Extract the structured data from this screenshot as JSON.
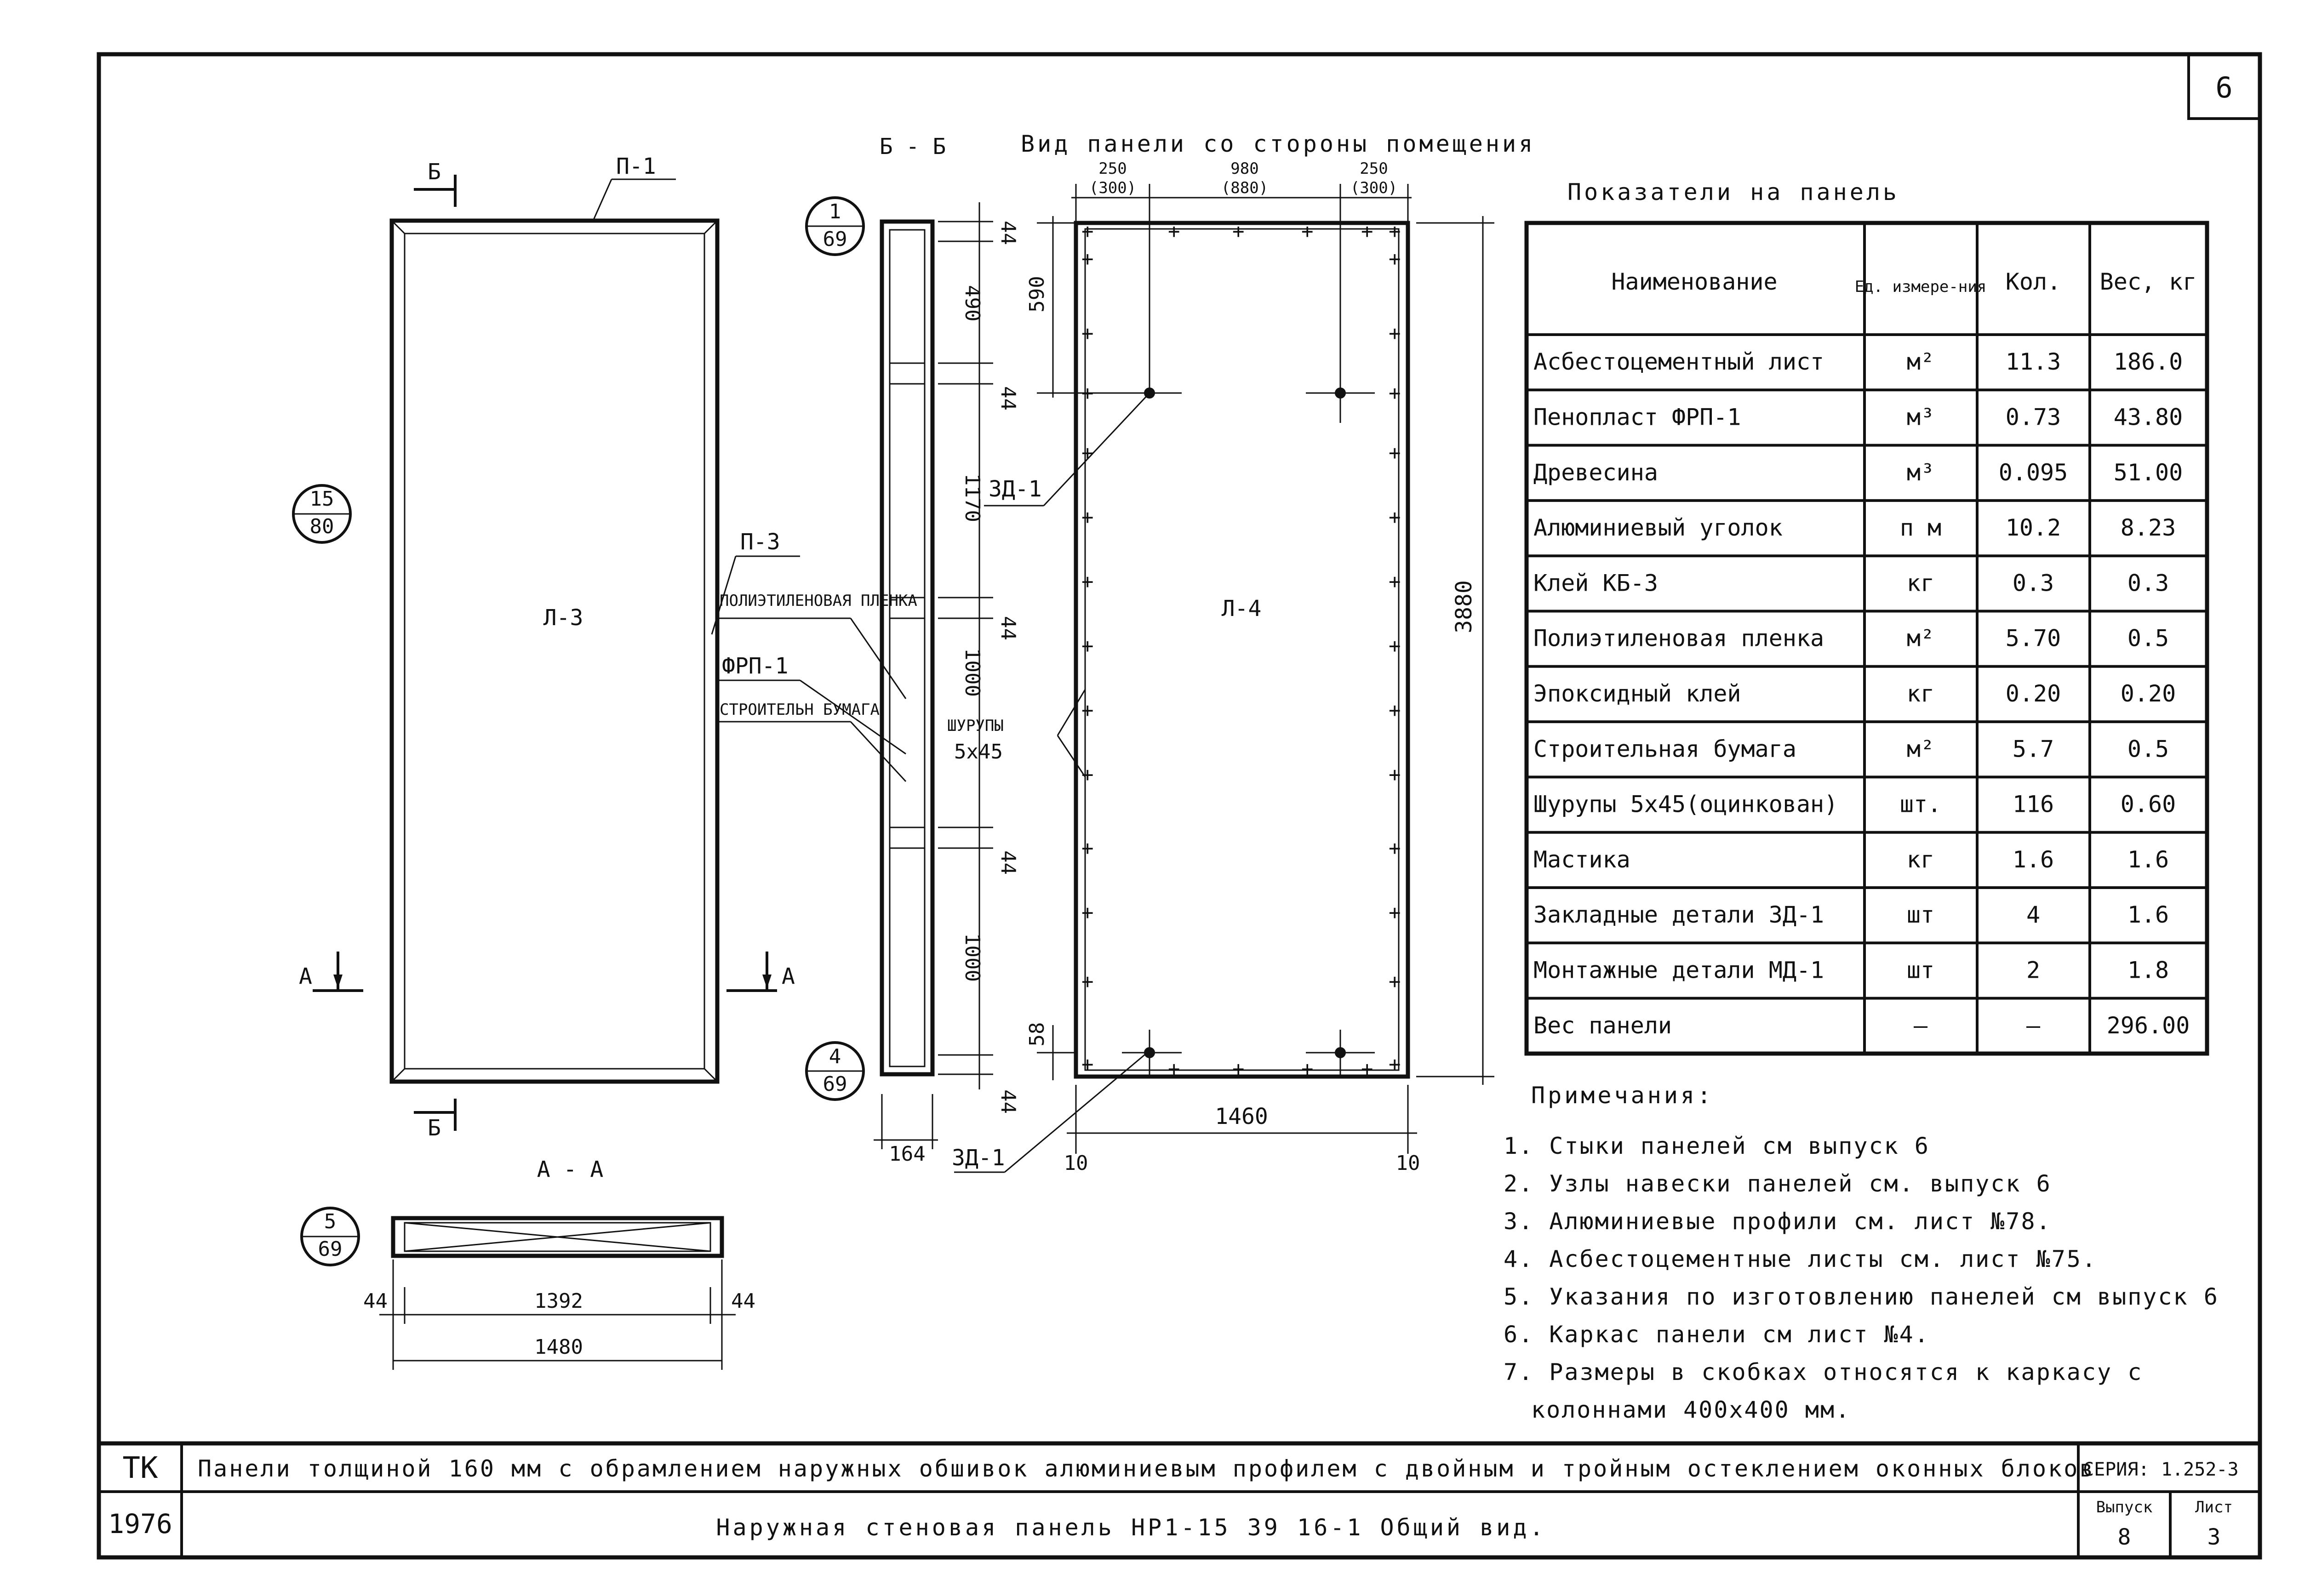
{
  "sheet_number_top": "6",
  "views": {
    "front": {
      "section_mark_top": "Б",
      "section_mark_bottom": "Б",
      "ref_label_top": "П-1",
      "ref_label_side": "П-3",
      "circle_ref": {
        "top": "15",
        "bottom": "80"
      },
      "panel_label": "Л-3",
      "section_a_left": "А",
      "section_a_right": "А"
    },
    "aa": {
      "title": "А - А",
      "circle_ref": {
        "top": "5",
        "bottom": "69"
      },
      "dims": {
        "left": "44",
        "center": "1392",
        "right": "44",
        "total": "1480"
      }
    },
    "bb": {
      "title": "Б - Б",
      "circle_ref_top": {
        "top": "1",
        "bottom": "69"
      },
      "circle_ref_bottom": {
        "top": "4",
        "bottom": "69"
      },
      "layer_labels": [
        "ПОЛИЭТИЛЕНОВАЯ ПЛЕНКА",
        "ФРП-1",
        "СТРОИТЕЛЬН БУМАГА"
      ],
      "dims_vertical": [
        "44",
        "490",
        "44",
        "1170",
        "44",
        "1000",
        "44",
        "1000",
        "44"
      ],
      "dim_width": "164",
      "zd_bottom": "ЗД-1"
    },
    "room_side": {
      "title": "Вид панели со стороны помещения",
      "top_dims": [
        {
          "main": "250",
          "alt": "(300)"
        },
        {
          "main": "980",
          "alt": "(880)"
        },
        {
          "main": "250",
          "alt": "(300)"
        }
      ],
      "dim_590": "590",
      "dim_58": "58",
      "height": "3880",
      "width": "1460",
      "edge_left": "10",
      "edge_right": "10",
      "panel_label": "Л-4",
      "zd_label": "ЗД-1",
      "screws_label": {
        "line1": "ШУРУПЫ",
        "line2": "5х45"
      }
    }
  },
  "table": {
    "title": "Показатели на панель",
    "headers": {
      "name": "Наименование",
      "unit": "Ед. измере-ния",
      "qty": "Кол.",
      "weight": "Вес, кг"
    },
    "rows": [
      {
        "name": "Асбестоцементный лист",
        "unit": "м²",
        "qty": "11.3",
        "weight": "186.0"
      },
      {
        "name": "Пенопласт ФРП-1",
        "unit": "м³",
        "qty": "0.73",
        "weight": "43.80"
      },
      {
        "name": "Древесина",
        "unit": "м³",
        "qty": "0.095",
        "weight": "51.00"
      },
      {
        "name": "Алюминиевый уголок",
        "unit": "п м",
        "qty": "10.2",
        "weight": "8.23"
      },
      {
        "name": "Клей КБ-3",
        "unit": "кг",
        "qty": "0.3",
        "weight": "0.3"
      },
      {
        "name": "Полиэтиленовая пленка",
        "unit": "м²",
        "qty": "5.70",
        "weight": "0.5"
      },
      {
        "name": "Эпоксидный клей",
        "unit": "кг",
        "qty": "0.20",
        "weight": "0.20"
      },
      {
        "name": "Строительная бумага",
        "unit": "м²",
        "qty": "5.7",
        "weight": "0.5"
      },
      {
        "name": "Шурупы 5х45(оцинкован)",
        "unit": "шт.",
        "qty": "116",
        "weight": "0.60"
      },
      {
        "name": "Мастика",
        "unit": "кг",
        "qty": "1.6",
        "weight": "1.6"
      },
      {
        "name": "Закладные детали ЗД-1",
        "unit": "шт",
        "qty": "4",
        "weight": "1.6"
      },
      {
        "name": "Монтажные детали МД-1",
        "unit": "шт",
        "qty": "2",
        "weight": "1.8"
      },
      {
        "name": "Вес панели",
        "unit": "—",
        "qty": "—",
        "weight": "296.00"
      }
    ]
  },
  "notes": {
    "title": "Примечания:",
    "items": [
      "1. Стыки панелей см выпуск 6",
      "2. Узлы навески панелей см. выпуск 6",
      "3. Алюминиевые профили см. лист №78.",
      "4. Асбестоцементные листы см. лист №75.",
      "5. Указания по изготовлению панелей см выпуск 6",
      "6. Каркас панели см лист №4.",
      "7. Размеры в скобках относятся к каркасу с",
      "колоннами 400х400 мм."
    ]
  },
  "title_block": {
    "code": "ТК",
    "year": "1976",
    "main_title": "Панели толщиной 160 мм с обрамлением наружных обшивок алюминиевым профилем с двойным и тройным остеклением оконных блоков",
    "subtitle": "Наружная стеновая панель НР1-15 39 16-1 Общий вид.",
    "series_label": "СЕРИЯ:",
    "series_value": "1.252-3",
    "issue_label": "Выпуск",
    "issue_value": "8",
    "sheet_label": "Лист",
    "sheet_value": "3"
  }
}
